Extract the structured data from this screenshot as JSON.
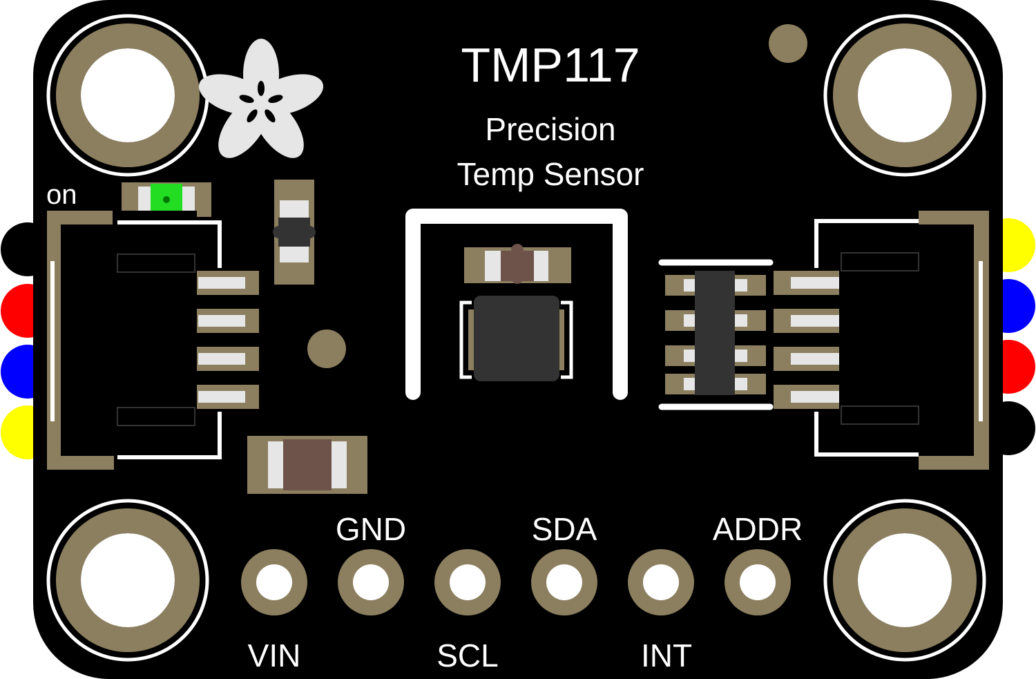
{
  "board": {
    "title": "TMP117",
    "subtitle_line1": "Precision",
    "subtitle_line2": "Temp Sensor",
    "led_label": "on"
  },
  "pins": {
    "top_row": [
      "GND",
      "SDA",
      "ADDR"
    ],
    "bottom_row": [
      "VIN",
      "SCL",
      "INT"
    ]
  },
  "connector_wires": {
    "left": [
      "black",
      "red",
      "blue",
      "yellow"
    ],
    "right": [
      "yellow",
      "blue",
      "red",
      "black"
    ]
  },
  "colors": {
    "pcb": "#000000",
    "pad": "#8c7f5f",
    "silkscreen": "#ffffff",
    "led": "#22dd22",
    "chip": "#333333",
    "wire_red": "#ff0000",
    "wire_blue": "#0000ff",
    "wire_yellow": "#ffff00",
    "wire_black": "#000000"
  }
}
